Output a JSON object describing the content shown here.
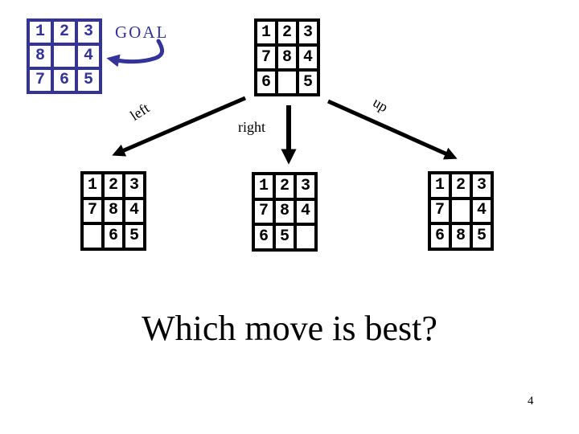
{
  "colors": {
    "accent_blue": "#333399",
    "ink_black": "#000000",
    "background": "#ffffff"
  },
  "goal": {
    "label": "GOAL",
    "cells": [
      "1",
      "2",
      "3",
      "8",
      "",
      "4",
      "7",
      "6",
      "5"
    ]
  },
  "current": {
    "cells": [
      "1",
      "2",
      "3",
      "7",
      "8",
      "4",
      "6",
      "",
      "5"
    ]
  },
  "moves": {
    "left": {
      "label": "left",
      "cells": [
        "1",
        "2",
        "3",
        "7",
        "8",
        "4",
        "",
        "6",
        "5"
      ]
    },
    "right": {
      "label": "right",
      "cells": [
        "1",
        "2",
        "3",
        "7",
        "8",
        "4",
        "6",
        "5",
        ""
      ]
    },
    "up": {
      "label": "up",
      "cells": [
        "1",
        "2",
        "3",
        "7",
        "",
        "4",
        "6",
        "8",
        "5"
      ]
    }
  },
  "question": {
    "text": "Which move is best?"
  },
  "footer": {
    "page_number": "4"
  }
}
